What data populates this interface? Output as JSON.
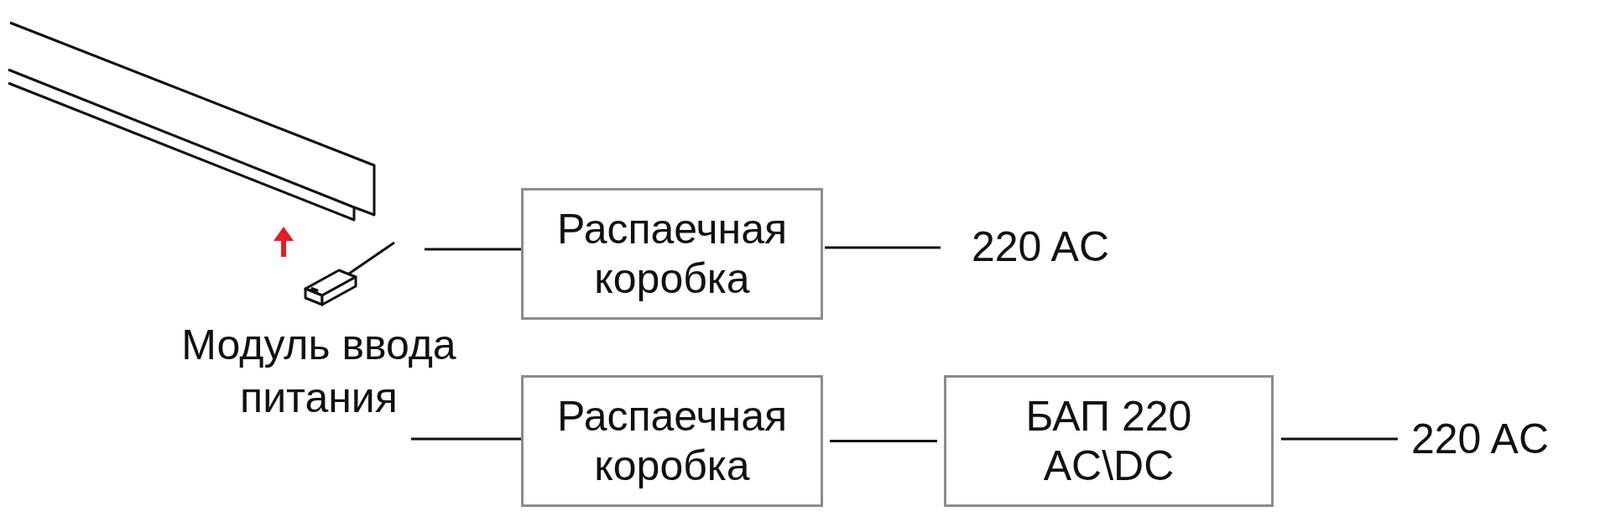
{
  "diagram": {
    "nodes": [
      {
        "text": [
          "Распаечная коробка"
        ]
      },
      {
        "text": [
          "Распаечная коробка"
        ]
      },
      {
        "text": [
          "БАП 220 AC\\DC"
        ]
      }
    ],
    "edges": [
      {
        "from": 1,
        "to": 2,
        "arrow": "none"
      }
    ],
    "labels": [
      "Модуль ввода питания",
      "220 AC",
      "220 AC"
    ]
  }
}
